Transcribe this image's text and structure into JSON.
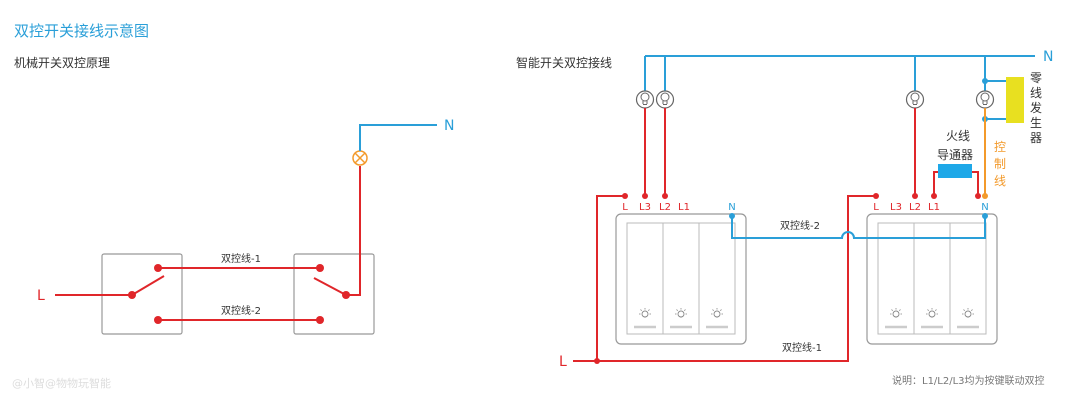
{
  "title": "双控开关接线示意图",
  "left_panel": {
    "subtitle": "机械开关双控原理",
    "live_label": "L",
    "neutral_label": "N",
    "wire1_label": "双控线-1",
    "wire2_label": "双控线-2",
    "lamp_icon": "incandescent-lamp-icon"
  },
  "right_panel": {
    "subtitle": "智能开关双控接线",
    "neutral_label": "N",
    "live_label": "L",
    "switch1_terminals": [
      "L",
      "L3",
      "L2",
      "L1",
      "N"
    ],
    "switch2_terminals": [
      "L",
      "L3",
      "L2",
      "L1",
      "N"
    ],
    "wire1_label": "双控线-1",
    "wire2_label": "双控线-2",
    "fire_conductor_label": [
      "火线",
      "导通器"
    ],
    "neutral_generator_label": [
      "零",
      "线",
      "发",
      "生",
      "器"
    ],
    "control_wire_label": [
      "控",
      "制",
      "线"
    ],
    "bulb_icon": "light-bulb-icon",
    "button_icon": "light-bulb-icon"
  },
  "note": "说明：L1/L2/L3均为按键联动双控",
  "watermark": "@小智@物物玩智能",
  "colors": {
    "live": "#e0262a",
    "neutral": "#2a9fd8",
    "control": "#f39a2b",
    "generator": "#e8e020",
    "title": "#2a9fd8"
  }
}
